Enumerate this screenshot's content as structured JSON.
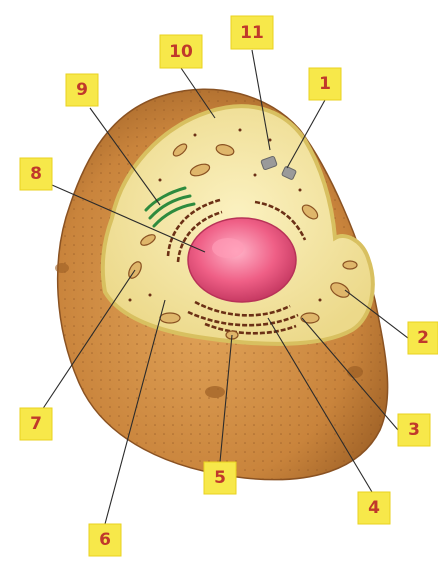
{
  "diagram": {
    "subject": "animal cell cut-away",
    "labels": [
      {
        "id": "1",
        "text": "1"
      },
      {
        "id": "2",
        "text": "2"
      },
      {
        "id": "3",
        "text": "3"
      },
      {
        "id": "4",
        "text": "4"
      },
      {
        "id": "5",
        "text": "5"
      },
      {
        "id": "6",
        "text": "6"
      },
      {
        "id": "7",
        "text": "7"
      },
      {
        "id": "8",
        "text": "8"
      },
      {
        "id": "9",
        "text": "9"
      },
      {
        "id": "10",
        "text": "10"
      },
      {
        "id": "11",
        "text": "11"
      }
    ]
  },
  "colors": {
    "label_fill": "#f7e84a",
    "label_text": "#c0392b",
    "cell_outer": "#c9843c",
    "cytoplasm": "#f4e6a0",
    "nucleus": "#ef5f86",
    "organelle_dark": "#6b3016",
    "golgi": "#2e8b3e"
  }
}
